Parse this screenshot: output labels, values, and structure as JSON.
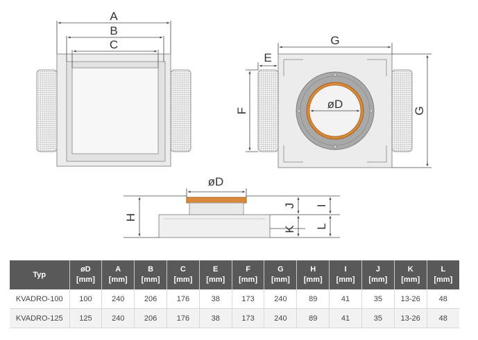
{
  "labels": {
    "front": {
      "a": "A",
      "b": "B",
      "c": "C"
    },
    "top": {
      "g_horizontal": "G",
      "g_vertical": "G",
      "e": "E",
      "f": "F",
      "d": "øD"
    },
    "side": {
      "d": "øD",
      "h": "H",
      "j": "J",
      "i": "I",
      "k": "K",
      "l": "L"
    }
  },
  "table": {
    "headers": [
      {
        "name": "Typ",
        "unit": ""
      },
      {
        "name": "øD",
        "unit": "[mm]"
      },
      {
        "name": "A",
        "unit": "[mm]"
      },
      {
        "name": "B",
        "unit": "[mm]"
      },
      {
        "name": "C",
        "unit": "[mm]"
      },
      {
        "name": "E",
        "unit": "[mm]"
      },
      {
        "name": "F",
        "unit": "[mm]"
      },
      {
        "name": "G",
        "unit": "[mm]"
      },
      {
        "name": "H",
        "unit": "[mm]"
      },
      {
        "name": "I",
        "unit": "[mm]"
      },
      {
        "name": "J",
        "unit": "[mm]"
      },
      {
        "name": "K",
        "unit": "[mm]"
      },
      {
        "name": "L",
        "unit": "[mm]"
      }
    ],
    "rows": [
      [
        "KVADRO-100",
        "100",
        "240",
        "206",
        "176",
        "38",
        "173",
        "240",
        "89",
        "41",
        "35",
        "13-26",
        "48"
      ],
      [
        "KVADRO-125",
        "125",
        "240",
        "206",
        "176",
        "38",
        "173",
        "240",
        "89",
        "41",
        "35",
        "13-26",
        "48"
      ]
    ]
  },
  "colors": {
    "header_bg": "#595959",
    "accent_ring": "#d88a3a",
    "line": "#444444"
  }
}
